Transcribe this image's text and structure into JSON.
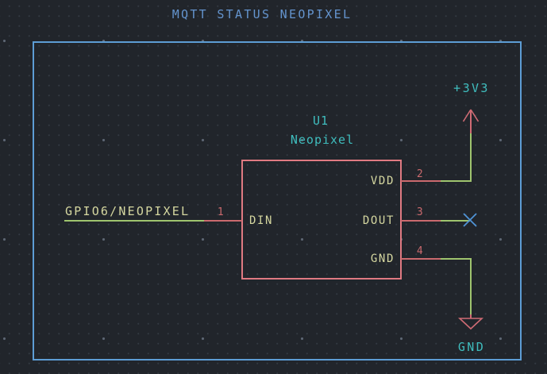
{
  "sheet": {
    "title": "MQTT STATUS NEOPIXEL"
  },
  "component": {
    "reference": "U1",
    "value": "Neopixel",
    "pins": [
      {
        "number": "1",
        "name": "DIN",
        "side": "left"
      },
      {
        "number": "2",
        "name": "VDD",
        "side": "right"
      },
      {
        "number": "3",
        "name": "DOUT",
        "side": "right"
      },
      {
        "number": "4",
        "name": "GND",
        "side": "right"
      }
    ]
  },
  "labels": {
    "net_label": "GPIO6/NEOPIXEL"
  },
  "power_symbols": {
    "vcc": "+3V3",
    "gnd": "GND"
  },
  "colors": {
    "background": "#21252b",
    "grid_minor": "#333a43",
    "grid_major": "#5d6673",
    "sheet_border": "#5d9dd5",
    "title_text": "#6494ce",
    "component_outline": "#e07a82",
    "component_text": "#3fbdbe",
    "pin_stub": "#cb6a6e",
    "pin_number": "#cb6a6e",
    "pin_name": "#d5d7a0",
    "wire": "#9fc46e",
    "power_symbol": "#cf6b74",
    "no_connect": "#4f93d6"
  }
}
